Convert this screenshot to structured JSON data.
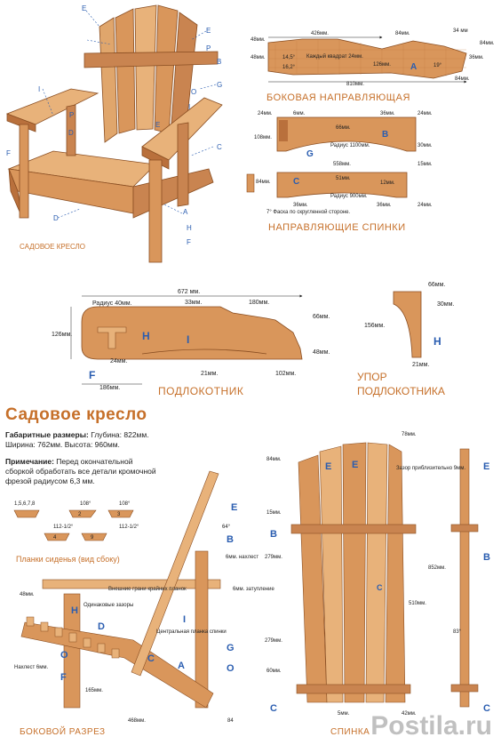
{
  "colors": {
    "wood": "#d9965b",
    "wood_light": "#e8b27a",
    "wood_dark": "#b9703c",
    "label": "#c6702a",
    "accent_blue": "#2a5db0",
    "dim": "#222222"
  },
  "title": "Садовое кресло",
  "overall": {
    "label": "Габаритные размеры:",
    "line1": "Глубина: 822мм.",
    "line2": "Ширина: 762мм. Высота: 960мм."
  },
  "note": {
    "label": "Примечание:",
    "line1": "Перед окончательной",
    "line2": "сборкой обработать все детали кромочной",
    "line3": "фрезой радиусом 6,3 мм."
  },
  "captions": {
    "chair": "САДОВОЕ   КРЕСЛО",
    "side_guide": "БОКОВАЯ  НАПРАВЛЯЮЩАЯ",
    "back_guides": "НАПРАВЛЯЮЩИЕ  СПИНКИ",
    "armrest": "ПОДЛОКОТНИК",
    "arm_support_1": "УПОР",
    "arm_support_2": "ПОДЛОКОТНИКА",
    "seat_slats": "Планки  сиденья  (вид  сбоку)",
    "side_section": "БОКОВОЙ  РАЗРЕЗ",
    "back": "СПИНКА"
  },
  "parts": [
    "A",
    "B",
    "C",
    "D",
    "E",
    "F",
    "G",
    "H",
    "I",
    "O",
    "P"
  ],
  "side_guide_dims": [
    "426мм.",
    "84мм.",
    "34 мм",
    "84мм.",
    "48мм.",
    "48мм.",
    "14,5°",
    "16,2°",
    "Каждый квадрат 24мм.",
    "126мм.",
    "19°",
    "36мм.",
    "810мм.",
    "84мм."
  ],
  "back_guide_dims": [
    "24мм.",
    "6мм.",
    "36мм.",
    "24мм.",
    "108мм.",
    "66мм.",
    "Радиус 1100мм.",
    "30мм.",
    "558мм.",
    "15мм.",
    "84мм.",
    "51мм.",
    "Радиус 900мм.",
    "12мм.",
    "36мм.",
    "36мм.",
    "7° Фаска по скругленной стороне.",
    "24мм."
  ],
  "armrest_dims": [
    "672 мм.",
    "Радиус 40мм.",
    "33мм.",
    "180мм.",
    "126мм.",
    "66мм.",
    "48мм.",
    "24мм.",
    "21мм.",
    "102мм.",
    "186мм."
  ],
  "arm_support_dims": [
    "66мм.",
    "30мм.",
    "156мм.",
    "21мм."
  ],
  "slat_labels": [
    "1,5,6,7,8",
    "108°",
    "108°",
    "112-1/2°",
    "112-1/2°",
    "4",
    "9",
    "2",
    "3"
  ],
  "side_section_notes": [
    "64°",
    "6мм. нахлест",
    "6мм. затупление",
    "Внешние грани крайних планок",
    "Одинаковые зазоры",
    "Центральная планка спинки",
    "Нахлест 6мм.",
    "48мм.",
    "165мм.",
    "468мм.",
    "84"
  ],
  "back_dims": [
    "78мм.",
    "84мм.",
    "Зазор приблизительно 9мм.",
    "15мм.",
    "279мм.",
    "852мм.",
    "510мм.",
    "279мм.",
    "60мм.",
    "83°",
    "5мм.",
    "42мм."
  ],
  "watermark": "Postila.ru"
}
